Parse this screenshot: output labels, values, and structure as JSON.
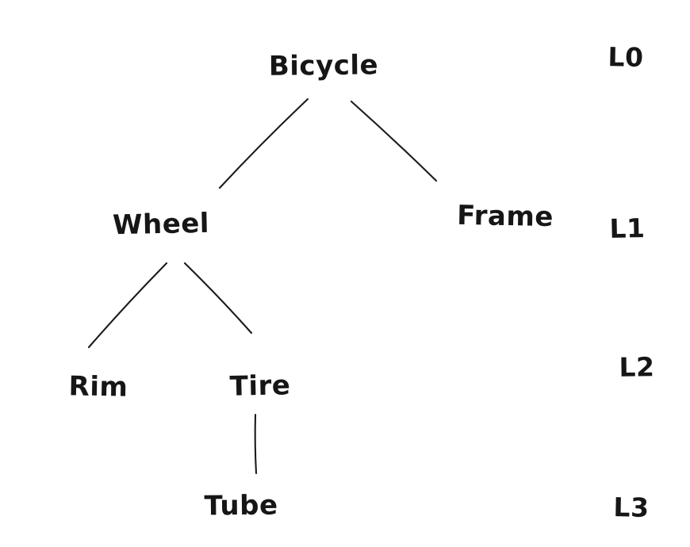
{
  "colors": {
    "ink": "#1b1b1b",
    "background": "#ffffff"
  },
  "diagram": {
    "type": "tree",
    "style": "hand-drawn",
    "nodes": {
      "bicycle": {
        "label": "Bicycle",
        "level": 0
      },
      "wheel": {
        "label": "Wheel",
        "level": 1
      },
      "frame": {
        "label": "Frame",
        "level": 1
      },
      "rim": {
        "label": "Rim",
        "level": 2
      },
      "tire": {
        "label": "Tire",
        "level": 2
      },
      "tube": {
        "label": "Tube",
        "level": 3
      }
    },
    "edges": [
      {
        "from": "Bicycle",
        "to": "Wheel"
      },
      {
        "from": "Bicycle",
        "to": "Frame"
      },
      {
        "from": "Wheel",
        "to": "Rim"
      },
      {
        "from": "Wheel",
        "to": "Tire"
      },
      {
        "from": "Tire",
        "to": "Tube"
      }
    ],
    "level_labels": {
      "l0": "L0",
      "l1": "L1",
      "l2": "L2",
      "l3": "L3"
    }
  }
}
